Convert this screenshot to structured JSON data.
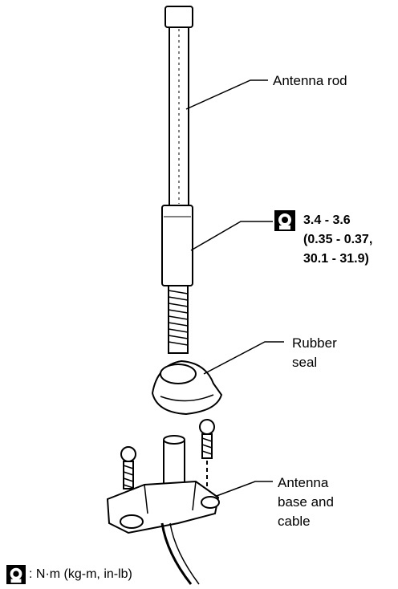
{
  "labels": {
    "antenna_rod": "Antenna rod",
    "rubber_seal_1": "Rubber",
    "rubber_seal_2": "seal",
    "antenna_base_1": "Antenna",
    "antenna_base_2": "base and",
    "antenna_base_3": "cable"
  },
  "torque": {
    "line1": "3.4 - 3.6",
    "line2": "(0.35 - 0.37,",
    "line3": "30.1 - 31.9)"
  },
  "legend": {
    "text": ": N·m (kg-m, in-lb)",
    "icon": "torque-wrench-icon"
  }
}
